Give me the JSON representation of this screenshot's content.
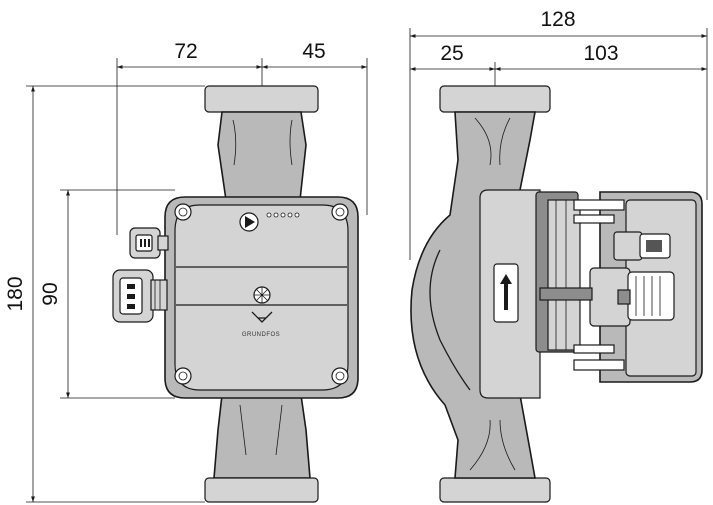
{
  "dimensions": {
    "front_view_left": "72",
    "front_view_right": "45",
    "side_view_total": "128",
    "side_view_left": "25",
    "side_view_right": "103",
    "overall_height": "180",
    "head_height": "90"
  },
  "pump": {
    "brand": "GRUNDFOS",
    "led_count": 5
  },
  "colors": {
    "line": "#1a1a1a",
    "body_fill": "#b9b9b9",
    "light_fill": "#d4d4d4",
    "background": "#ffffff"
  }
}
